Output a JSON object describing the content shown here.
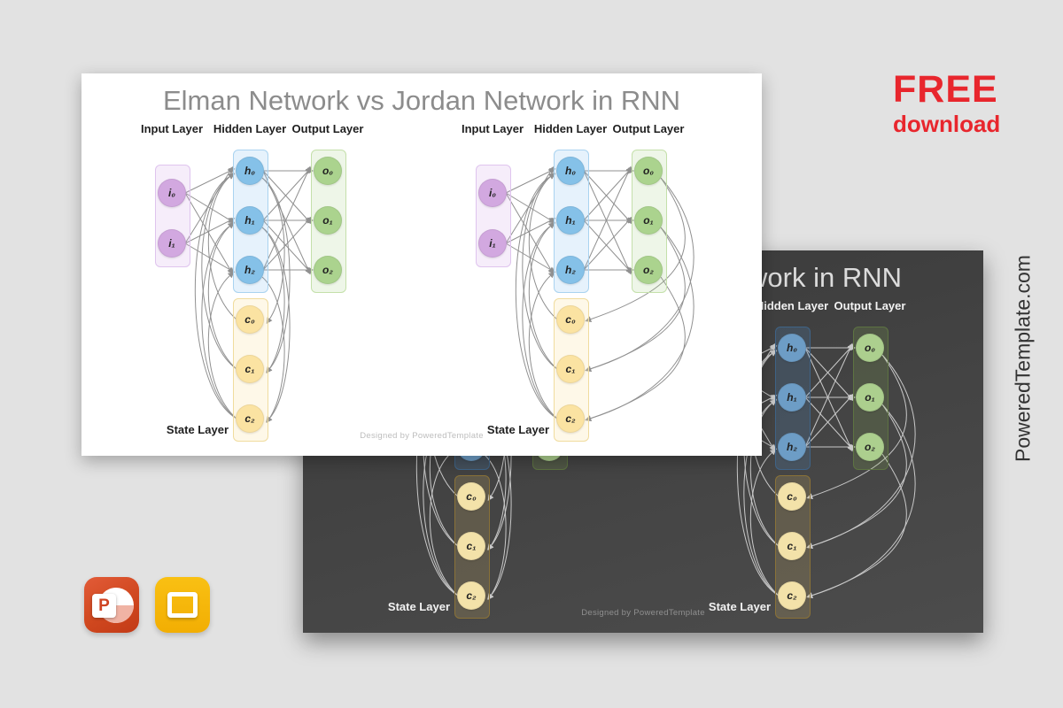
{
  "free_badge": {
    "title": "FREE",
    "subtitle": "download"
  },
  "watermark": "PoweredTemplate.com",
  "format_badges": {
    "powerpoint_letter": "P"
  },
  "slide": {
    "title": "Elman Network vs Jordan Network in RNN",
    "footer": "Designed by PoweredTemplate",
    "diagrams": [
      {
        "name": "Elman Network",
        "column_labels": [
          "Input Layer",
          "Hidden Layer",
          "Output Layer"
        ],
        "state_label": "State Layer",
        "layers": {
          "input": [
            "i₀",
            "i₁"
          ],
          "hidden": [
            "h₀",
            "h₁",
            "h₂"
          ],
          "output": [
            "o₀",
            "o₁",
            "o₂"
          ],
          "state": [
            "c₀",
            "c₁",
            "c₂"
          ]
        }
      },
      {
        "name": "Jordan Network",
        "column_labels": [
          "Input Layer",
          "Hidden Layer",
          "Output Layer"
        ],
        "state_label": "State Layer",
        "layers": {
          "input": [
            "i₀",
            "i₁"
          ],
          "hidden": [
            "h₀",
            "h₁",
            "h₂"
          ],
          "output": [
            "o₀",
            "o₁",
            "o₂"
          ],
          "state": [
            "c₀",
            "c₁",
            "c₂"
          ]
        }
      }
    ]
  },
  "colors": {
    "accent_red": "#e8262d",
    "slide_light_bg": "#ffffff",
    "slide_dark_bg": "#454545",
    "input_node": "#d2a8e0",
    "hidden_node": "#85c1e8",
    "output_node": "#abd38e",
    "state_node": "#fbe3a2",
    "powerpoint_red": "#cf4423",
    "google_slides_yellow": "#f5b50a"
  }
}
